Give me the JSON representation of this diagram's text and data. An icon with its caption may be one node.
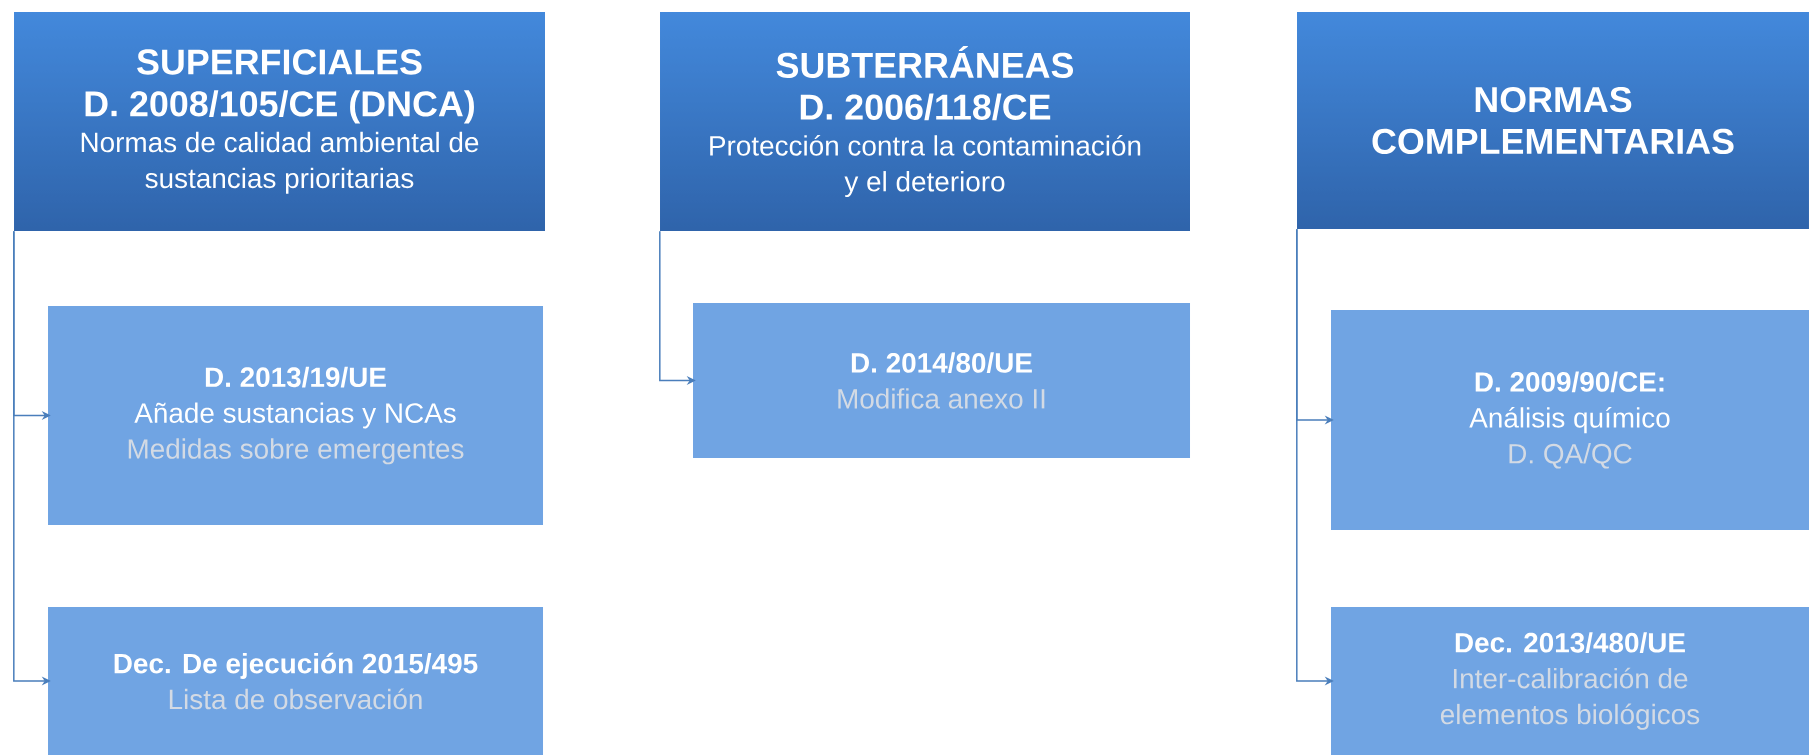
{
  "diagram": {
    "nodes": [
      {
        "text": [
          "SUPERFICIALES",
          "D. 2008/105/CE (DNCA)",
          "Normas de calidad ambiental de sustancias prioritarias"
        ]
      },
      {
        "text": [
          "D. 2013/19/UE",
          "Añade sustancias y NCAs",
          "Medidas sobre emergentes"
        ]
      },
      {
        "text": [
          "Dec. De ejecución 2015/495",
          "Lista de observación"
        ]
      },
      {
        "text": [
          "SUBTERRÁNEAS",
          "D. 2006/118/CE",
          "Protección contra la contaminación y el deterioro"
        ]
      },
      {
        "text": [
          "D. 2014/80/UE",
          "Modifica anexo II"
        ]
      },
      {
        "text": [
          "NORMAS COMPLEMENTARIAS"
        ]
      },
      {
        "text": [
          "D. 2009/90/CE:",
          "Análisis químico",
          "D. QA/QC"
        ]
      },
      {
        "text": [
          "Dec. 2013/480/UE",
          "Inter-calibración de elementos biológicos"
        ]
      }
    ],
    "edges": [
      {
        "from": 0,
        "to": 1,
        "arrow": "to"
      },
      {
        "from": 0,
        "to": 2,
        "arrow": "to"
      },
      {
        "from": 3,
        "to": 4,
        "arrow": "to"
      },
      {
        "from": 5,
        "to": 6,
        "arrow": "to"
      },
      {
        "from": 5,
        "to": 7,
        "arrow": "to"
      }
    ]
  }
}
